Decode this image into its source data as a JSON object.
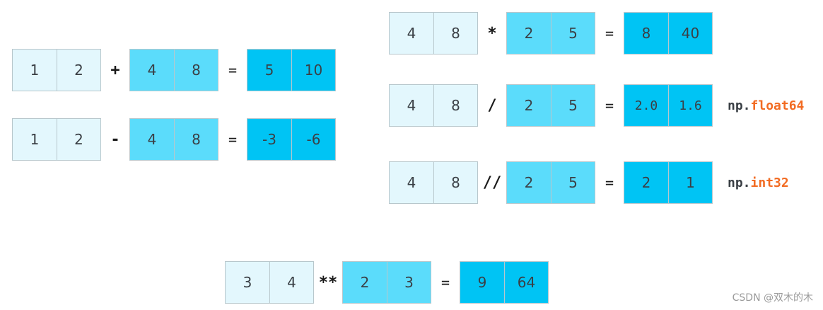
{
  "add": {
    "a": [
      "1",
      "2"
    ],
    "op": "+",
    "b": [
      "4",
      "8"
    ],
    "eq": "=",
    "r": [
      "5",
      "10"
    ]
  },
  "sub": {
    "a": [
      "1",
      "2"
    ],
    "op": "-",
    "b": [
      "4",
      "8"
    ],
    "eq": "=",
    "r": [
      "-3",
      "-6"
    ]
  },
  "mul": {
    "a": [
      "4",
      "8"
    ],
    "op": "*",
    "b": [
      "2",
      "5"
    ],
    "eq": "=",
    "r": [
      "8",
      "40"
    ]
  },
  "div": {
    "a": [
      "4",
      "8"
    ],
    "op": "/",
    "b": [
      "2",
      "5"
    ],
    "eq": "=",
    "r": [
      "2.0",
      "1.6"
    ],
    "dtype_prefix": "np.",
    "dtype_name": "float64"
  },
  "floordiv": {
    "a": [
      "4",
      "8"
    ],
    "op": "//",
    "b": [
      "2",
      "5"
    ],
    "eq": "=",
    "r": [
      "2",
      "1"
    ],
    "dtype_prefix": "np.",
    "dtype_name": "int32"
  },
  "pow": {
    "a": [
      "3",
      "4"
    ],
    "op": "**",
    "b": [
      "2",
      "3"
    ],
    "eq": "=",
    "r": [
      "9",
      "64"
    ]
  },
  "watermark": "CSDN @双木的木",
  "colors": {
    "operand_a": "#e3f7fd",
    "operand_b": "#5bdcfb",
    "result": "#00c4f4",
    "dtype_keyword": "#f26b22"
  }
}
